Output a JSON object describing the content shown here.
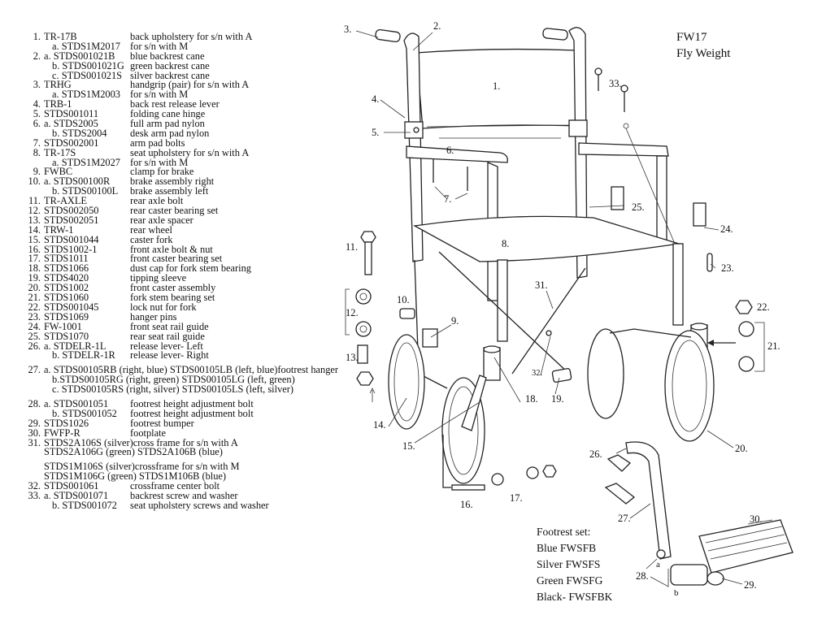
{
  "title": {
    "model": "FW17",
    "name": "Fly Weight"
  },
  "parts": [
    {
      "num": "1.",
      "code": "TR-17B",
      "desc": "back upholstery  for s/n with A"
    },
    {
      "num": "",
      "code": "a. STDS1M2017",
      "desc": "for s/n with M",
      "sub": true
    },
    {
      "num": "2.",
      "code": "a. STDS001021B",
      "desc": "blue backrest cane"
    },
    {
      "num": "",
      "code": "b. STDS001021G",
      "desc": "green backrest cane",
      "sub": true
    },
    {
      "num": "",
      "code": "c. STDS001021S",
      "desc": "silver backrest cane",
      "sub": true
    },
    {
      "num": "3.",
      "code": "TRHG",
      "desc": "handgrip (pair) for s/n with A"
    },
    {
      "num": "",
      "code": "a. STDS1M2003",
      "desc": "for s/n with M",
      "sub": true
    },
    {
      "num": "4.",
      "code": "TRB-1",
      "desc": "back rest release lever"
    },
    {
      "num": "5.",
      "code": "STDS001011",
      "desc": "folding cane hinge"
    },
    {
      "num": "6.",
      "code": "a. STDS2005",
      "desc": "full arm pad nylon"
    },
    {
      "num": "",
      "code": "b. STDS2004",
      "desc": "desk arm pad nylon",
      "sub": true
    },
    {
      "num": "7.",
      "code": "STDS002001",
      "desc": "arm pad bolts"
    },
    {
      "num": "8.",
      "code": "TR-17S",
      "desc": "seat upholstery for s/n with A"
    },
    {
      "num": "",
      "code": "a. STDS1M2027",
      "desc": "for s/n with M",
      "sub": true
    },
    {
      "num": "9.",
      "code": "FWBC",
      "desc": "clamp for brake"
    },
    {
      "num": "10.",
      "code": "a. STDS00100R",
      "desc": "brake assembly right"
    },
    {
      "num": "",
      "code": "b. STDS00100L",
      "desc": "brake assembly left",
      "sub": true
    },
    {
      "num": "11.",
      "code": "TR-AXLE",
      "desc": "rear axle bolt"
    },
    {
      "num": "12.",
      "code": "STDS002050",
      "desc": "rear caster bearing set"
    },
    {
      "num": "13.",
      "code": "STDS002051",
      "desc": "rear axle spacer"
    },
    {
      "num": "14.",
      "code": "TRW-1",
      "desc": "rear wheel"
    },
    {
      "num": "15.",
      "code": "STDS001044",
      "desc": "caster fork"
    },
    {
      "num": "16.",
      "code": "STDS1002-1",
      "desc": "front axle bolt & nut"
    },
    {
      "num": "17.",
      "code": "STDS1011",
      "desc": "front caster bearing set"
    },
    {
      "num": "18.",
      "code": "STDS1066",
      "desc": "dust cap for fork stem bearing"
    },
    {
      "num": "19.",
      "code": "STDS4020",
      "desc": "tipping sleeve"
    },
    {
      "num": "20.",
      "code": "STDS1002",
      "desc": "front caster assembly"
    },
    {
      "num": "21.",
      "code": "STDS1060",
      "desc": "fork stem bearing set"
    },
    {
      "num": "22.",
      "code": "STDS001045",
      "desc": "lock nut for fork"
    },
    {
      "num": "23.",
      "code": "STDS1069",
      "desc": "hanger pins"
    },
    {
      "num": "24.",
      "code": "FW-1001",
      "desc": "front seat rail guide"
    },
    {
      "num": "25.",
      "code": "STDS1070",
      "desc": "rear seat rail guide"
    },
    {
      "num": "26.",
      "code": "a. STDELR-1L",
      "desc": "release lever- Left"
    },
    {
      "num": "",
      "code": "b. STDELR-1R",
      "desc": "release lever- Right",
      "sub": true
    },
    {
      "num": "27.",
      "code": "a. STDS00105RB (right, blue) STDS00105LB (left, blue)footrest hanger",
      "desc": "",
      "wide": true,
      "gapBefore": true
    },
    {
      "num": "",
      "code": "b.STDS00105RG (right, green) STDS00105LG (left, green)",
      "desc": "",
      "wide": true,
      "sub": true
    },
    {
      "num": "",
      "code": "c. STDS00105RS (right, silver) STDS00105LS (left, silver)",
      "desc": "",
      "wide": true,
      "sub": true
    },
    {
      "num": "28.",
      "code": "a. STDS001051",
      "desc": "footrest height adjustment bolt",
      "gapBefore": true
    },
    {
      "num": "",
      "code": "b. STDS001052",
      "desc": "footrest height adjustment bolt",
      "sub": true
    },
    {
      "num": "29.",
      "code": "STDS1026",
      "desc": "footrest bumper"
    },
    {
      "num": "30.",
      "code": "FWFP-R",
      "desc": "footplate"
    },
    {
      "num": "31.",
      "code": "STDS2A106S (silver)cross frame for s/n with A",
      "desc": "",
      "wide": true
    },
    {
      "num": "",
      "code": "STDS2A106G (green) STDS2A106B (blue)",
      "desc": "",
      "wide": true
    },
    {
      "num": "",
      "code": "STDS1M106S (silver)crossframe for s/n with M",
      "desc": "",
      "wide": true,
      "gapBefore": true
    },
    {
      "num": "",
      "code": "STDS1M106G (green) STDS1M106B (blue)",
      "desc": "",
      "wide": true
    },
    {
      "num": "32.",
      "code": "STDS001061",
      "desc": "crossframe center bolt"
    },
    {
      "num": "33.",
      "code": "a. STDS001071",
      "desc": "backrest screw and washer"
    },
    {
      "num": "",
      "code": "b. STDS001072",
      "desc": "seat upholstery screws and washer",
      "sub": true
    }
  ],
  "footrest_set": {
    "heading": "Footrest set:",
    "options": [
      "Blue FWSFB",
      "Silver FWSFS",
      "Green FWSFG",
      "Black- FWSFBK"
    ]
  },
  "callouts": {
    "c1": "1.",
    "c2": "2.",
    "c3": "3.",
    "c4": "4.",
    "c5": "5.",
    "c6": "6.",
    "c7": "7.",
    "c8": "8.",
    "c9": "9.",
    "c10": "10.",
    "c11": "11.",
    "c12": "12.",
    "c13": "13.",
    "c14": "14.",
    "c15": "15.",
    "c16": "16.",
    "c17": "17.",
    "c18": "18.",
    "c19": "19.",
    "c20": "20.",
    "c21": "21.",
    "c22": "22.",
    "c23": "23.",
    "c24": "24.",
    "c25": "25.",
    "c26": "26.",
    "c27": "27.",
    "c28": "28.",
    "c29": "29.",
    "c30": "30.",
    "c31": "31.",
    "c32": "32.",
    "c33": "33.",
    "a": "a",
    "b": "b"
  }
}
